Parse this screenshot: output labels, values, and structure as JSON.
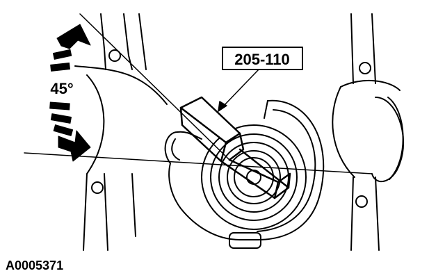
{
  "figure": {
    "tool_callout": "205-110",
    "rotation_label": "45°",
    "figure_id": "A0005371"
  },
  "colors": {
    "ink": "#000000",
    "paper": "#ffffff"
  }
}
